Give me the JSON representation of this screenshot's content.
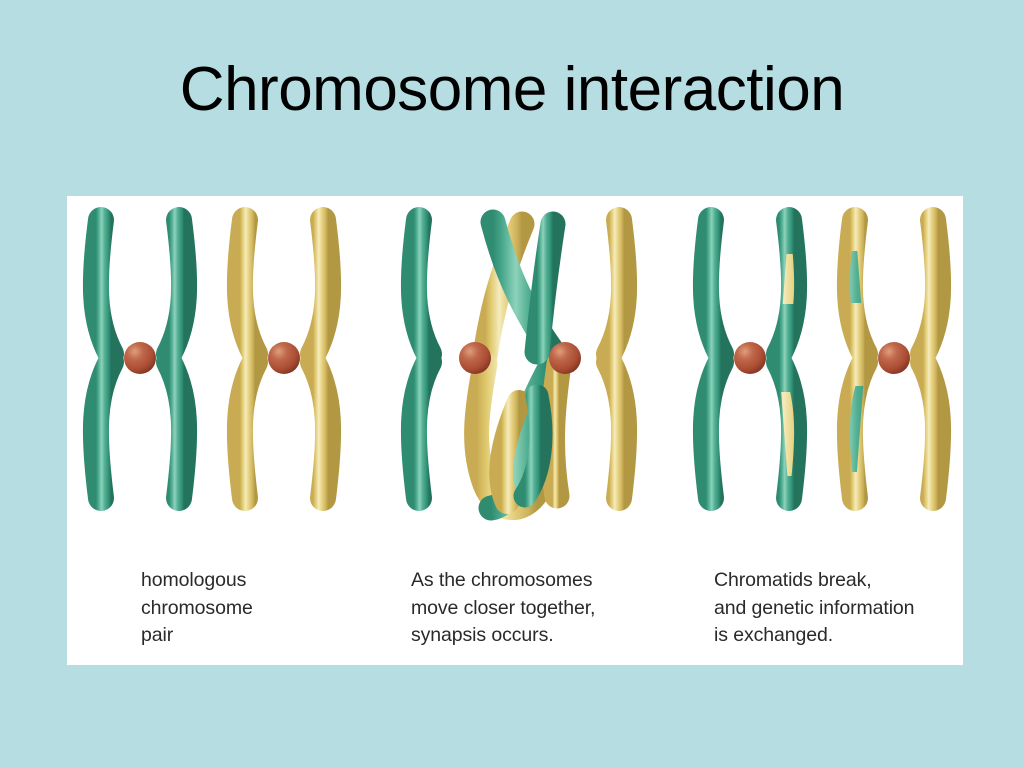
{
  "slide": {
    "title": "Chromosome interaction",
    "background_color": "#b5dde2",
    "panel_background": "#ffffff",
    "title_color": "#000000"
  },
  "colors": {
    "green_mid": "#46a98c",
    "green_dark": "#2e8e72",
    "green_light": "#8fd0ba",
    "yellow_mid": "#e3cd73",
    "yellow_dark": "#c7aa50",
    "yellow_light": "#f3e8b4",
    "centromere": "#b3543c",
    "centromere_dark": "#8a3a27",
    "centromere_light": "#d98c6d",
    "caption_text": "#2a2a2a"
  },
  "figure": {
    "panels": [
      {
        "id": "panel-homologous-pair",
        "caption": "homologous\nchromosome\npair",
        "chromosomes": [
          {
            "name": "green-chromosome",
            "color": "green",
            "bands": []
          },
          {
            "name": "yellow-chromosome",
            "color": "yellow",
            "bands": []
          }
        ]
      },
      {
        "id": "panel-synapsis",
        "caption": "As the chromosomes\nmove closer together,\nsynapsis occurs.",
        "chromosomes": [
          {
            "name": "green-chromosome-crossing",
            "color": "green",
            "bands": []
          },
          {
            "name": "yellow-chromosome-crossing",
            "color": "yellow",
            "bands": []
          }
        ]
      },
      {
        "id": "panel-recombination",
        "caption": "Chromatids break,\nand genetic information\nis exchanged.",
        "chromosomes": [
          {
            "name": "green-recombinant-chromosome",
            "color": "green",
            "bands": [
              {
                "chromatid": "inner-upper",
                "color": "yellow",
                "start_pct": 27,
                "end_pct": 68
              },
              {
                "chromatid": "inner-lower",
                "color": "yellow",
                "start_pct": 22,
                "end_pct": 82
              }
            ]
          },
          {
            "name": "yellow-recombinant-chromosome",
            "color": "yellow",
            "bands": [
              {
                "chromatid": "inner-upper",
                "color": "green",
                "start_pct": 25,
                "end_pct": 70
              },
              {
                "chromatid": "inner-lower",
                "color": "green",
                "start_pct": 18,
                "end_pct": 80
              }
            ]
          }
        ]
      }
    ]
  }
}
